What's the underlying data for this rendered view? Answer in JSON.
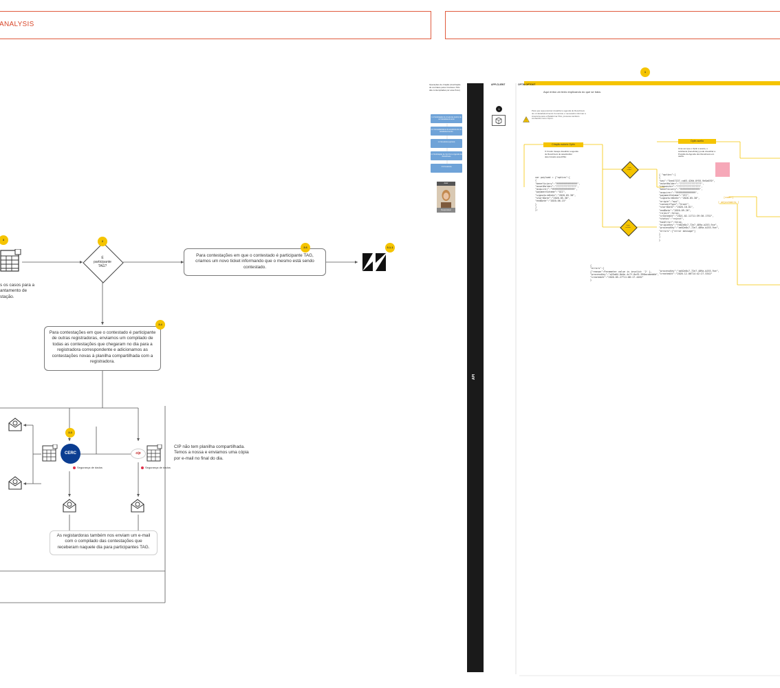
{
  "frames": {
    "left_title": "ANALYSIS",
    "right_title": ""
  },
  "flow": {
    "badge_3": "3",
    "badge_2": "2",
    "badge_36": "3.6",
    "badge_311": "3.1.1",
    "badge_34": "3.4",
    "badge_33": "3.3",
    "left_text": "s os casos para a\nantamento de\nstação.",
    "decision_text": "É\nparticipante\nTAG?",
    "tag_box_text": "Para contestações em que o contestado é participante TAG, criamos um novo ticket informando que o mesmo está sendo contestado.",
    "other_box_text": "Para contestações em que o contestado é participante de outras registradoras, enviamos um compilado de todas as contestações que chegaram no dia para a registradora correspondente e adicionamos as contestações novas à planilha compartilhada com a registradora.",
    "cip_note": "CIP não tem planilha compartilhada. Temos a nossa e enviamos uma cópia por e-mail no final do dia.",
    "security_label_1": "Segurança de dados",
    "security_label_2": "Segurança de dados",
    "registrar_box_text": "As registardoras também nos enviam um e-mail com o compilado das contestações que receberam naquele dia para participantes TAG.",
    "cerc_label": "CERC",
    "cip_label": "cip"
  },
  "right": {
    "top_badge": "1",
    "intro_text": "Operações de criação (Averbação de contratos pelos Credores TAG são contempladas por esse fluxo)",
    "app_client": "APP-CLIENT",
    "optin_title": "OPTIN OPTOUT",
    "subtitle": "Aqui entra um texto explicando do que se trata.",
    "api_label": "API",
    "step_badge": "1",
    "warning_text": "Para que seja possível visualizar a agenda de Recebíveis de um Estabelecimento Comercial, é necessário informar a Anuência para a Plataforma TAG, processo também conhecido como Opt-in.",
    "blue_buttons": [
      "1.1 Solicitação de Anuência (optin) de um Estabelecimento",
      "1.2 Consulta/status de anuência de um Estabelecimento",
      "1.3 Anuência (optout)",
      "1.4 Solicitação de Opt Out e Agenda de Recebíveis",
      "1.5 Anuência"
    ],
    "photo_caption_top": "Autor",
    "photo_caption_bottom": "Responsável",
    "create_optin_label": "Criação autoriz Optin",
    "create_optin_desc": "O Credor deseja visualizar a agenda de Recebíveis de assetHolder determinado assetOffer.",
    "optin_aceito_label": "Optin aceito",
    "optin_aceito_desc": "Uma vez que o Optin é aceito, o solicitante (beneficiary) pode visualizar a Posição da Agenda dos Recebíveis em cache.",
    "diamond1_text": "Optin\nválido?",
    "diamond2_text": "Optin\ninválido",
    "code_request": "var payload = {\"optins\":[\n{\n\"beneficiary\":\"999999999999999\",\n\"assetHolder\":\"??????????????\",\n\"acquirer\":\"9999999999999999\",\n\"paymentScheme\":\"GCC\",\n\"signatureDate\":\"2020-05-30\",\n\"startDate\":\"2020-05-30\",\n\"endDate\":\"2020-06-15\"\n}\n]\n};",
    "code_response": "{ \"optins\":[\n{\n\"key\":\"5ee47137-ca63-426d-8f55-9e5a670\",\n\"assetHolder\":\"???????????????\",\n\"requester\":\"????????????????\",\n\"beneficiary\":\"99999999999999\",\n\"acquirer\":\"99999999999999\",\n\"paymentScheme\":\"VCC\",\n\"signatureDate\":\"2020-05-30\",\n\"origin\":\"api\",\n\"consentType\":\"Grant\",\n\"startDate\":\"2020-10-01\",\n\"endDate\":\"2020-09-26\",\n\"reject\":false,\n\"createdAt\":\"2021-02-11T11:39:30.1752\",\n\"status\":\"reject\",\n\"hasError\":false,\n\"originKey\":\"fd02e8c7-72e7-489a-b253-9ce\",\n\"processKey\":\"ae02e8c7-72e7-489a-b253-9ce\",\n\"errors\":[\"error message\"]\n}\n]\n}",
    "code_error": "{\n\"errors\":[\n{\"reason\":Parameter value is invalid: '2' },\n\"processKey\":\"a25a64-8d4e-4c7f-8af5-998acabeb6d\",\n\"createdAt\":\"2020-05-27T11:08:17.4462\"\n}",
    "code_bottom": "\"processKey\":\"ae02e8c7-72e7-489a-b253-9ce\",\n\"createdAt\":\"2020-12-06T14:42:27.5342\"",
    "tag_coder": "[coder]",
    "tag_adjustments": "[ adjustments ]"
  },
  "colors": {
    "frame_border": "#e05a3c",
    "badge": "#f5c400",
    "yellow_line": "#f5c400",
    "blue_button": "#6fa3d8",
    "black_bar": "#1a1a1a",
    "security_dot": "#e0304a",
    "cerc_blue": "#0b3d91"
  }
}
